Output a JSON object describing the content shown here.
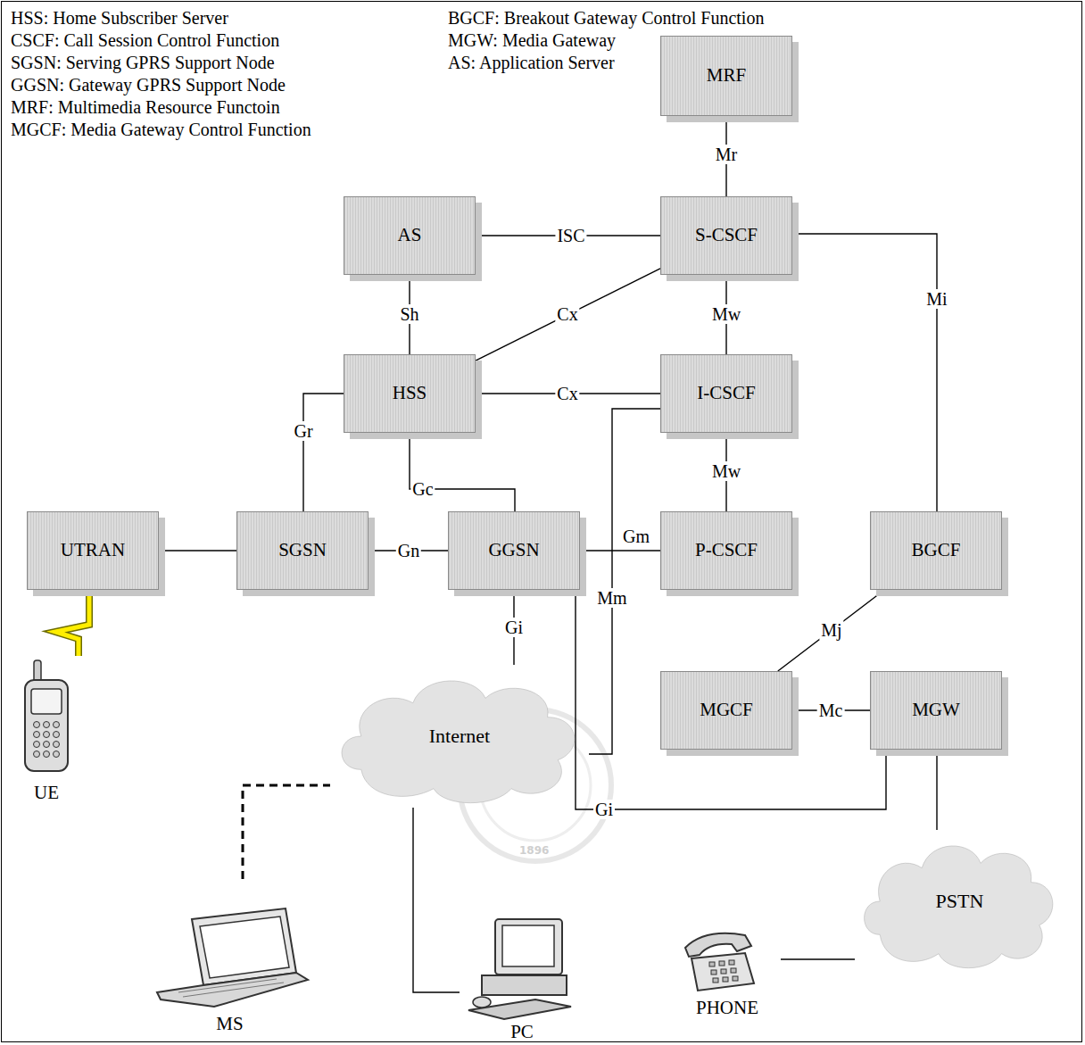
{
  "diagram": {
    "nodes": [
      {
        "text": [
          "MRF"
        ]
      },
      {
        "text": [
          "AS"
        ]
      },
      {
        "text": [
          "S-CSCF"
        ]
      },
      {
        "text": [
          "HSS"
        ]
      },
      {
        "text": [
          "I-CSCF"
        ]
      },
      {
        "text": [
          "UTRAN"
        ]
      },
      {
        "text": [
          "SGSN"
        ]
      },
      {
        "text": [
          "GGSN"
        ]
      },
      {
        "text": [
          "P-CSCF"
        ]
      },
      {
        "text": [
          "BGCF"
        ]
      },
      {
        "text": [
          "MGCF"
        ]
      },
      {
        "text": [
          "MGW"
        ]
      },
      {
        "text": [
          "UE"
        ]
      },
      {
        "text": [
          "Internet"
        ]
      },
      {
        "text": [
          "MS"
        ]
      },
      {
        "text": [
          "PC"
        ]
      },
      {
        "text": [
          "PSTN"
        ]
      },
      {
        "text": [
          "PHONE"
        ]
      }
    ],
    "edges": [
      {
        "from": 0,
        "to": 2,
        "label": "Mr",
        "arrow": "none"
      },
      {
        "from": 1,
        "to": 2,
        "label": "ISC",
        "arrow": "none"
      },
      {
        "from": 1,
        "to": 3,
        "label": "Sh",
        "arrow": "none"
      },
      {
        "from": 2,
        "to": 3,
        "label": "Cx",
        "arrow": "none"
      },
      {
        "from": 2,
        "to": 4,
        "label": "Mw",
        "arrow": "none"
      },
      {
        "from": 2,
        "to": 9,
        "label": "Mi",
        "arrow": "none"
      },
      {
        "from": 3,
        "to": 4,
        "label": "Cx",
        "arrow": "none"
      },
      {
        "from": 3,
        "to": 6,
        "label": "Gr",
        "arrow": "none"
      },
      {
        "from": 3,
        "to": 7,
        "label": "Gc",
        "arrow": "none"
      },
      {
        "from": 4,
        "to": 8,
        "label": "Mw",
        "arrow": "none"
      },
      {
        "from": 5,
        "to": 6,
        "arrow": "none"
      },
      {
        "from": 6,
        "to": 7,
        "label": "Gn",
        "arrow": "none"
      },
      {
        "from": 7,
        "to": 8,
        "label": "Gm",
        "arrow": "none"
      },
      {
        "from": 7,
        "to": 13,
        "label": "Gi",
        "arrow": "none"
      },
      {
        "from": 7,
        "to": 11,
        "label": "Gi",
        "arrow": "none"
      },
      {
        "from": 13,
        "to": 4,
        "label": "Mm",
        "arrow": "none"
      },
      {
        "from": 9,
        "to": 10,
        "label": "Mj",
        "arrow": "none"
      },
      {
        "from": 10,
        "to": 11,
        "label": "Mc",
        "arrow": "none"
      },
      {
        "from": 5,
        "to": 12,
        "arrow": "none"
      },
      {
        "from": 14,
        "to": 13,
        "arrow": "none"
      },
      {
        "from": 13,
        "to": 15,
        "arrow": "none"
      },
      {
        "from": 11,
        "to": 16,
        "arrow": "none"
      },
      {
        "from": 17,
        "to": 16,
        "arrow": "none"
      }
    ],
    "labels": [
      "HSS: Home Subscriber Server",
      "BGCF: Breakout Gateway Control Function",
      "CSCF: Call Session Control Function",
      "MGW: Media Gateway",
      "SGSN: Serving GPRS Support Node",
      "AS: Application Server",
      "GGSN: Gateway GPRS Support Node",
      "MRF: Multimedia Resource Functoin",
      "MGCF: Media Gateway Control Function",
      "1896"
    ]
  }
}
